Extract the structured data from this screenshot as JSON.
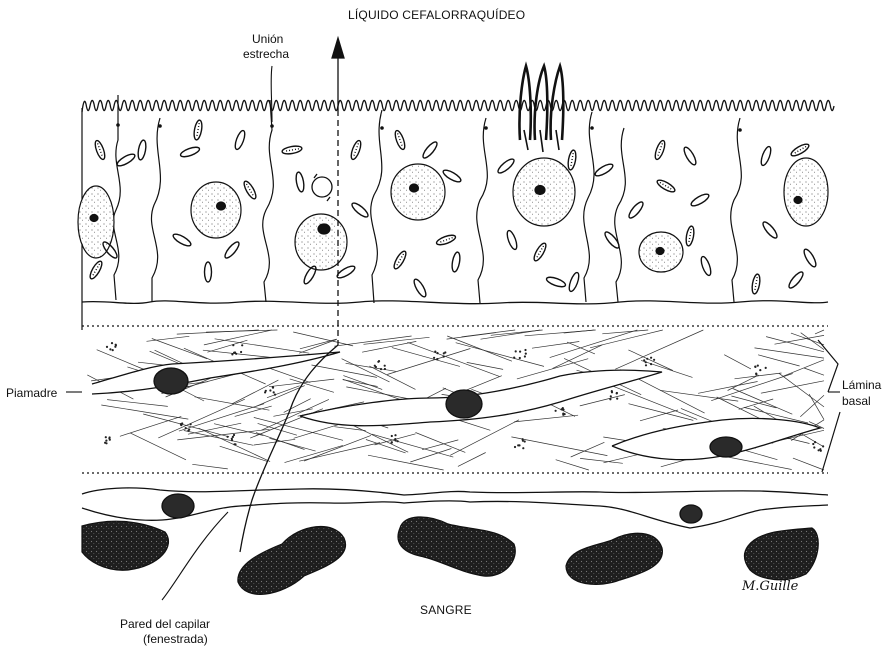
{
  "diagram": {
    "labels": {
      "csf": "LÍQUIDO CEFALORRAQUÍDEO",
      "tight_junction": [
        "Unión",
        "estrecha"
      ],
      "pia_mater": "Piamadre",
      "basal_lamina": [
        "Lámina",
        "basal"
      ],
      "blood": "SANGRE",
      "capillary_wall": [
        "Pared del capilar",
        "(fenestrada)"
      ],
      "signature": "M.Guille"
    },
    "colors": {
      "ink": "#111111",
      "paper": "#ffffff",
      "nucleus_fill": "#2a2a2a",
      "rbc_fill": "#1e1e1e"
    }
  }
}
